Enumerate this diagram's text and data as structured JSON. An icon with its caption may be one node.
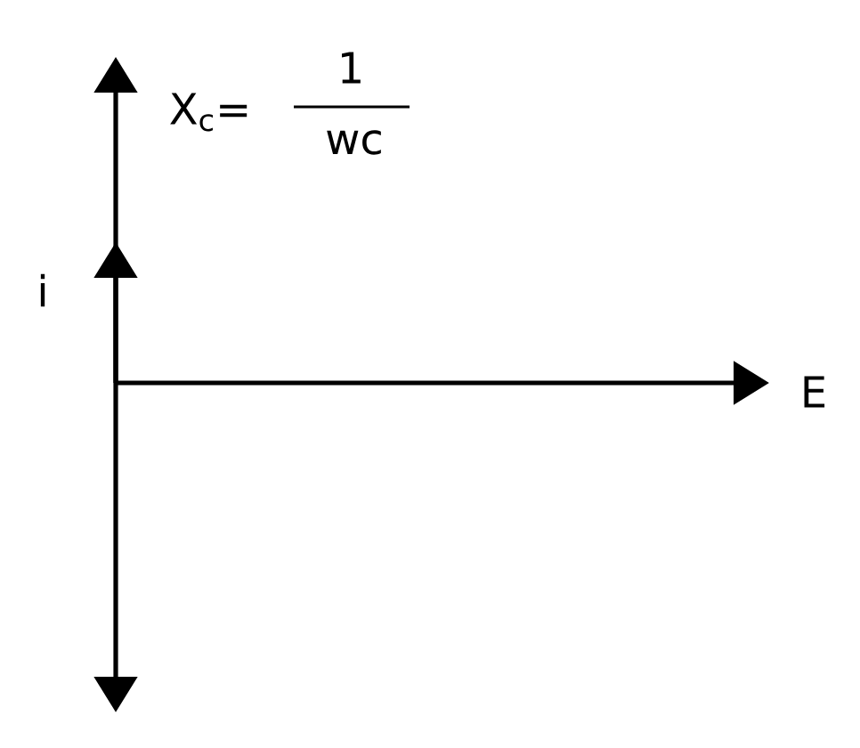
{
  "diagram": {
    "labels": [
      "X$_{c}$=",
      "1",
      "wc",
      "i",
      "E"
    ]
  }
}
